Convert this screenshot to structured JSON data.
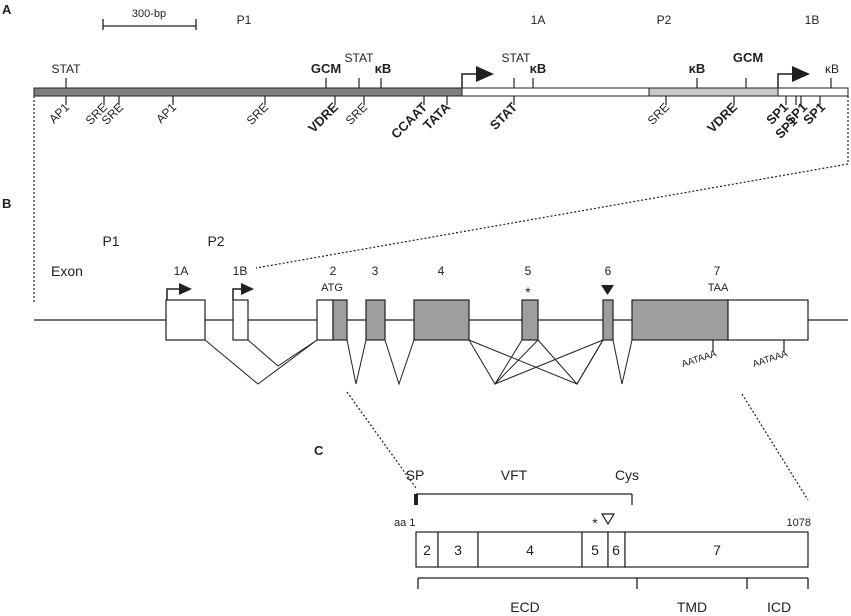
{
  "panels": {
    "a": "A",
    "b": "B",
    "c": "C"
  },
  "panel_a": {
    "scale_bar": "300-bp",
    "promoter_labels": {
      "p1": "P1",
      "p2": "P2"
    },
    "exon_labels": {
      "e1a": "1A",
      "e1b": "1B"
    },
    "upper_sites": [
      {
        "label": "STAT",
        "bold": false
      },
      {
        "label": "GCM",
        "bold": true
      },
      {
        "label": "STAT",
        "bold": false
      },
      {
        "label": "κB",
        "bold": true
      },
      {
        "label": "STAT",
        "bold": false
      },
      {
        "label": "κB",
        "bold": true
      },
      {
        "label": "κB",
        "bold": true
      },
      {
        "label": "GCM",
        "bold": true
      },
      {
        "label": "κB",
        "bold": false
      }
    ],
    "lower_sites": [
      {
        "label": "AP1",
        "bold": false
      },
      {
        "label": "SRE",
        "bold": false
      },
      {
        "label": "SRE",
        "bold": false
      },
      {
        "label": "AP1",
        "bold": false
      },
      {
        "label": "SRE",
        "bold": false
      },
      {
        "label": "VDRE",
        "bold": true
      },
      {
        "label": "SRE",
        "bold": false
      },
      {
        "label": "CCAAT",
        "bold": true
      },
      {
        "label": "TATA",
        "bold": true
      },
      {
        "label": "STAT",
        "bold": true
      },
      {
        "label": "SRE",
        "bold": false
      },
      {
        "label": "VDRE",
        "bold": true
      },
      {
        "label": "SP1",
        "bold": true
      },
      {
        "label": "SP1",
        "bold": true
      },
      {
        "label": "SP1",
        "bold": true
      },
      {
        "label": "SP1",
        "bold": true
      }
    ]
  },
  "panel_b": {
    "promoter_labels": {
      "p1": "P1",
      "p2": "P2"
    },
    "exon_word": "Exon",
    "exon_numbers": [
      "1A",
      "1B",
      "2",
      "3",
      "4",
      "5",
      "6",
      "7"
    ],
    "atg": "ATG",
    "taa": "TAA",
    "asterisk": "*",
    "polya": [
      "AATAAA",
      "AATAAA"
    ]
  },
  "panel_c": {
    "domains": {
      "sp": "SP",
      "vft": "VFT",
      "cys": "Cys"
    },
    "aa_start": "aa 1",
    "aa_end": "1078",
    "asterisk": "*",
    "segments": [
      "2",
      "3",
      "4",
      "5",
      "6",
      "7"
    ],
    "regions": {
      "ecd": "ECD",
      "tmd": "TMD",
      "icd": "ICD"
    }
  }
}
